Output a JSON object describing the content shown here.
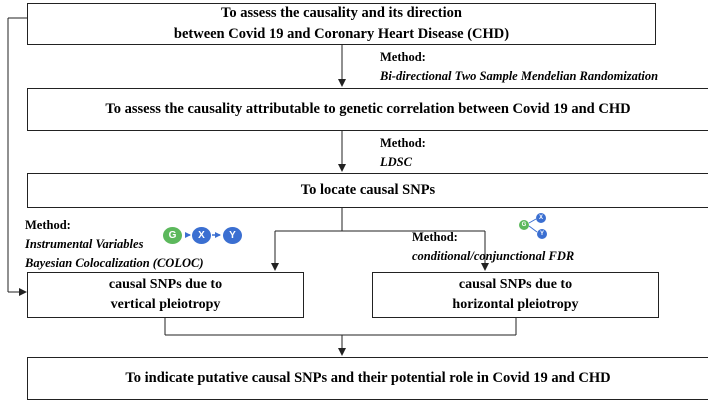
{
  "boxes": {
    "b1_line1": "To assess the causality and its direction",
    "b1_line2": "between Covid 19 and Coronary Heart Disease (CHD)",
    "b2": "To assess the causality attributable to genetic correlation between Covid 19 and CHD",
    "b3": "To locate causal SNPs",
    "b4_line1": "causal SNPs due to",
    "b4_line2": "vertical pleiotropy",
    "b5_line1": "causal SNPs due to",
    "b5_line2": "horizontal pleiotropy",
    "b6": "To indicate putative causal SNPs and their potential role in Covid 19 and CHD"
  },
  "methods": {
    "m1_head": "Method:",
    "m1_text": "Bi-directional Two Sample Mendelian Randomization",
    "m2_head": "Method:",
    "m2_text": "LDSC",
    "m3_head": "Method:",
    "m3_text1": "Instrumental Variables",
    "m3_text2": "Bayesian Colocalization (COLOC)",
    "m4_head": "Method:",
    "m4_text": "conditional/conjunctional FDR"
  },
  "icons": {
    "g": "G",
    "x": "X",
    "y": "Y",
    "g_color": "#5cb85c",
    "xy_color": "#3b6fd1"
  }
}
